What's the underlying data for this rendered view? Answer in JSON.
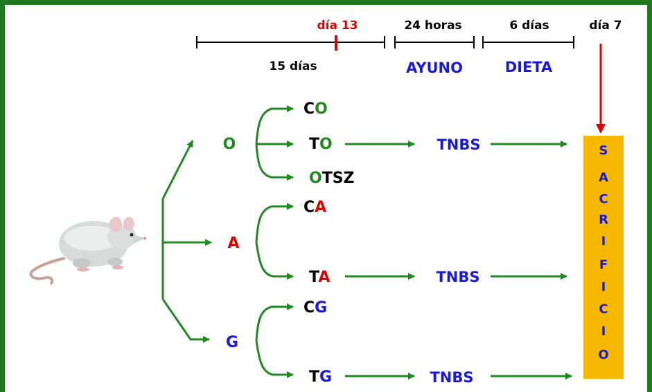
{
  "timeline": {
    "day13": "día 13",
    "h24": "24 horas",
    "d6": "6 días",
    "d7": "día 7",
    "d15": "15 días",
    "ayuno": "AYUNO",
    "dieta": "DIETA"
  },
  "groups": {
    "o": "O",
    "a": "A",
    "g": "G"
  },
  "subgroups": {
    "co": [
      "C",
      "O"
    ],
    "to": [
      "T",
      "O"
    ],
    "otsz": [
      "O",
      "TSZ"
    ],
    "ca": [
      "C",
      "A"
    ],
    "ta": [
      "T",
      "A"
    ],
    "cg": [
      "C",
      "G"
    ],
    "tg": [
      "T",
      "G"
    ]
  },
  "treatment": {
    "label": "TNBS"
  },
  "sacrifice": {
    "letters": [
      "S",
      "A",
      "C",
      "R",
      "I",
      "F",
      "I",
      "C",
      "I",
      "O"
    ]
  },
  "colors": {
    "green": "#1f8a1f",
    "red": "#e00000",
    "blue": "#1a1ad6",
    "orange": "#f6b800",
    "black": "#000000"
  },
  "icons": {
    "animal": "rat-image"
  }
}
